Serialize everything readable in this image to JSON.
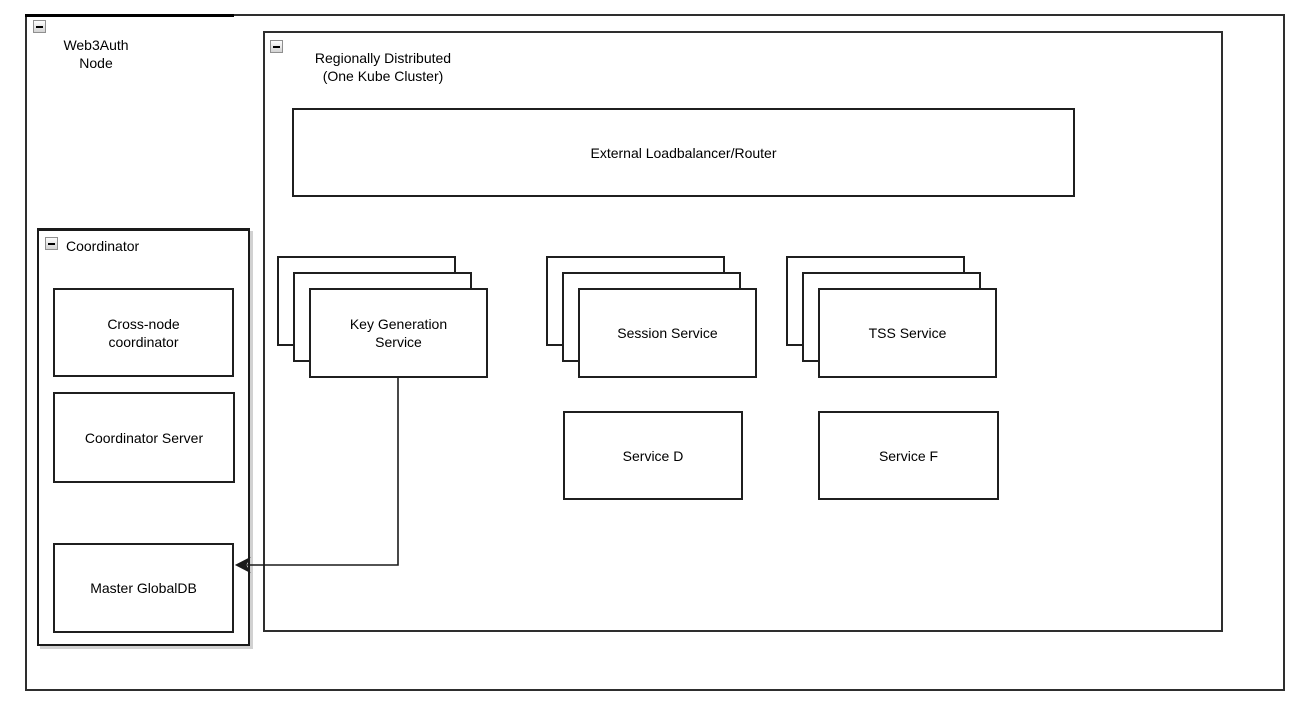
{
  "canvas": {
    "background": "#ffffff",
    "stroke_color": "#1f1f1f",
    "shadow_color": "rgba(0,0,0,0.18)"
  },
  "icons": {
    "collapse": "minus"
  },
  "outer_container": {
    "title_line1": "Web3Auth",
    "title_line2": "Node"
  },
  "kube_container": {
    "title_line1": "Regionally Distributed",
    "title_line2": "(One Kube Cluster)"
  },
  "coordinator_container": {
    "title": "Coordinator",
    "boxes": [
      "Cross-node coordinator",
      "Coordinator Server",
      "Master GlobalDB"
    ]
  },
  "loadbalancer": {
    "label": "External Loadbalancer/Router"
  },
  "service_stacks": [
    {
      "label": "Key Generation Service"
    },
    {
      "label": "Session Service"
    },
    {
      "label": "TSS Service"
    }
  ],
  "single_services": [
    {
      "label": "Service D"
    },
    {
      "label": "Service F"
    }
  ],
  "connector": {
    "from": "Key Generation Service",
    "to": "Master GlobalDB"
  }
}
